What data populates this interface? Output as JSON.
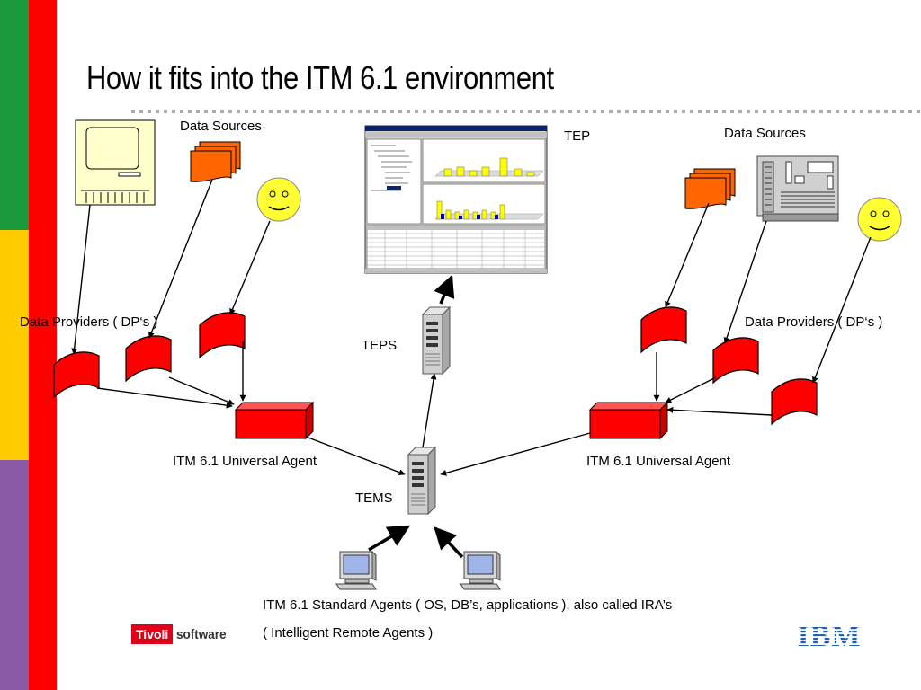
{
  "title": "How it fits into the ITM 6.1 environment",
  "labels": {
    "data_sources_left": "Data Sources",
    "data_sources_right": "Data Sources",
    "tep": "TEP",
    "teps": "TEPS",
    "tems": "TEMS",
    "data_providers_left": "Data Providers ( DP‘s )",
    "data_providers_right": "Data Providers ( DP‘s )",
    "universal_agent_left": "ITM 6.1 Universal Agent",
    "universal_agent_right": "ITM 6.1 Universal Agent",
    "standard_agents_line1": "ITM 6.1 Standard Agents ( OS, DB’s, applications ),  also called IRA’s",
    "standard_agents_line2": "( Intelligent Remote Agents )"
  },
  "logos": {
    "tivoli_box": "Tivoli",
    "tivoli_text": "software",
    "ibm": "IBM"
  },
  "colors": {
    "stripe_green": "#1a9a3a",
    "stripe_yellow": "#ffcc00",
    "stripe_purple": "#8a5aa6",
    "stripe_red": "#ff0000",
    "agent_red": "#ff0000",
    "document_orange": "#ff6600",
    "smiley_yellow": "#ffff33",
    "ibm_blue": "#1f5fae"
  }
}
